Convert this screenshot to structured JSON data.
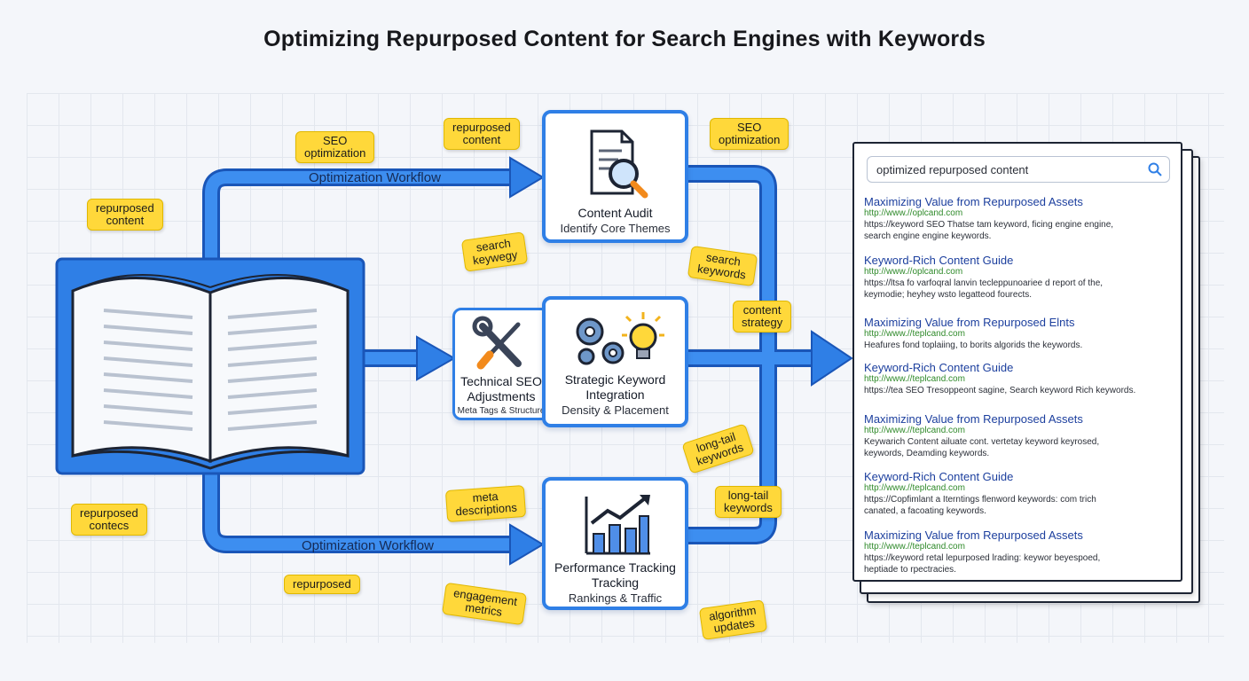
{
  "title": "Optimizing Repurposed Content for Search Engines with Keywords",
  "workflow_labels": {
    "top": "Optimization Workflow",
    "bottom": "Optimization Workflow"
  },
  "cards": {
    "audit": {
      "title": "Content Audit",
      "subtitle": "Identify Core Themes",
      "icon": "document-magnifier-icon"
    },
    "technical": {
      "title_line1": "Technical SEO",
      "title_line2": "Adjustments",
      "subtitle": "Meta Tags & Structure",
      "icon": "wrench-screwdriver-icon"
    },
    "keyword": {
      "title_line1": "Strategic Keyword",
      "title_line2": "Integration",
      "subtitle": "Density & Placement",
      "icon": "gears-lightbulb-icon"
    },
    "tracking": {
      "title_line1": "Performance Tracking",
      "title_line2": "Tracking",
      "subtitle": "Rankings & Traffic",
      "icon": "bar-chart-trend-icon"
    }
  },
  "tags": {
    "repurposed_content_1": "repurposed\ncontent",
    "seo_optimization_1": "SEO\noptimization",
    "repurposed_content_2": "repurposed\ncontent",
    "seo_optimization_2": "SEO\noptimization",
    "search_keywegy": "search\nkeywegy",
    "search_keywords": "search\nkeywords",
    "content_strategy": "content\nstrategy",
    "long_tail_1": "long-tail\nkeywords",
    "long_tail_2": "long-tail\nkeywords",
    "meta_descriptions": "meta\ndescriptions",
    "repurposed_contecs": "repurposed\ncontecs",
    "repurposed": "repurposed",
    "engagement_metrics": "engagement\nmetrics",
    "algorithm_updates": "algorithm\nupdates"
  },
  "serp": {
    "query": "optimized repurposed content",
    "results": [
      {
        "title": "Maximizing Value from Repurposed Assets",
        "url": "http://www.//oplcand.com",
        "desc1": "https://keyword SEO Thatse tam keyword, ficing engine engine,",
        "desc2": "search engine engine keywords."
      },
      {
        "title": "Keyword-Rich Content Guide",
        "url": "http://www.//oplcand.com",
        "desc1": "https://ltsa fo varfoqral lanvin tecleppunoariee d report of the,",
        "desc2": "keymodie; heyhey wsto legatteod fourects."
      },
      {
        "title": "Maximizing Value from Repurposed Elnts",
        "url": "http://www.//teplcand.com",
        "desc1": "Heafures fond toplaiing, to borits algorids the keywords.",
        "desc2": ""
      },
      {
        "title": "Keyword-Rich Content Guide",
        "url": "http://www.//teplcand.com",
        "desc1": "https://tea SEO Tresoppeont sagine, Search keyword Rich keywords.",
        "desc2": ""
      },
      {
        "title": "Maximizing Value from Repurposed Assets",
        "url": "http://www.//teplcand.com",
        "desc1": "Keywarich Content ailuate cont. vertetay keyword keyrosed,",
        "desc2": "keywords, Deamding keywords."
      },
      {
        "title": "Keyword-Rich Content Guide",
        "url": "http://www.//teplcand.com",
        "desc1": "https://Copfimlant a Iterntings flenword keywords: com trich",
        "desc2": "canated, a facoating keywords."
      },
      {
        "title": "Maximizing Value from Repurposed Assets",
        "url": "http://www.//teplcand.com",
        "desc1": "https://keyword retal lepurposed lrading: keywor beyespoed,",
        "desc2": "heptiade to rpectracies."
      }
    ]
  },
  "colors": {
    "pipe": "#2f7fe6",
    "pipe_dark": "#1b5fc4",
    "tag_fill": "#ffd83a",
    "result_title": "#1c3f9e",
    "result_url": "#2f8a2a"
  }
}
